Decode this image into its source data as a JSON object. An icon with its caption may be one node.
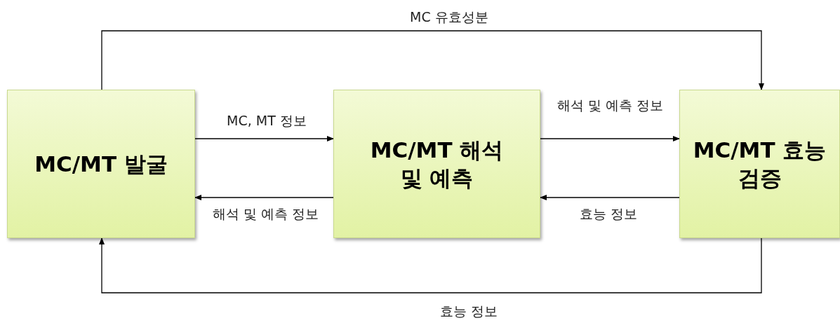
{
  "diagram": {
    "nodes": [
      {
        "text": [
          "MC/MT 발굴"
        ]
      },
      {
        "text": [
          "MC/MT 해석 및 예측"
        ]
      },
      {
        "text": [
          "MC/MT 효능 검증"
        ]
      }
    ],
    "edges": [
      {
        "from": 0,
        "to": 1,
        "arrow": "to",
        "label": "MC, MT 정보"
      },
      {
        "from": 1,
        "to": 0,
        "arrow": "to",
        "label": "해석 및 예측 정보"
      },
      {
        "from": 1,
        "to": 2,
        "arrow": "to",
        "label": "해석 및 예측 정보"
      },
      {
        "from": 2,
        "to": 1,
        "arrow": "to",
        "label": "효능 정보"
      },
      {
        "from": 0,
        "to": 2,
        "arrow": "to",
        "label": "MC 유효성분"
      },
      {
        "from": 2,
        "to": 0,
        "arrow": "to",
        "label": "효능 정보"
      }
    ]
  }
}
